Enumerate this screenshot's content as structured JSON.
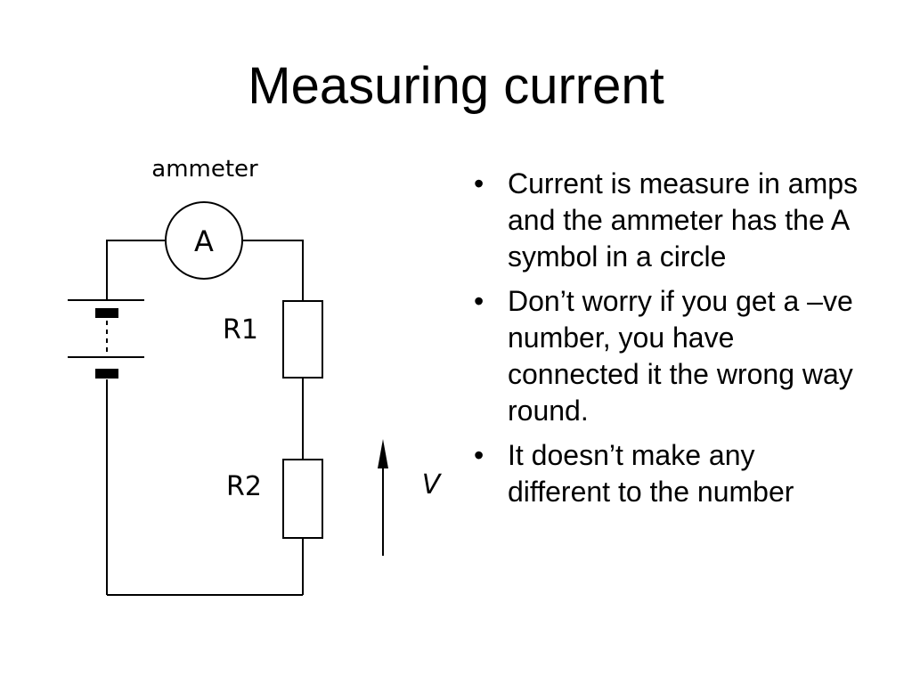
{
  "slide": {
    "title": "Measuring current"
  },
  "diagram": {
    "ammeter_label": "ammeter",
    "ammeter_symbol": "A",
    "resistor_1_label": "R1",
    "resistor_2_label": "R2",
    "voltage_label": "V"
  },
  "bullets": {
    "marker": "•",
    "items": [
      "Current is measure in amps and the ammeter has the A symbol in a circle",
      "Don’t worry if you get a –ve number, you have connected it the wrong way round.",
      "It doesn’t make any different to the number"
    ]
  }
}
